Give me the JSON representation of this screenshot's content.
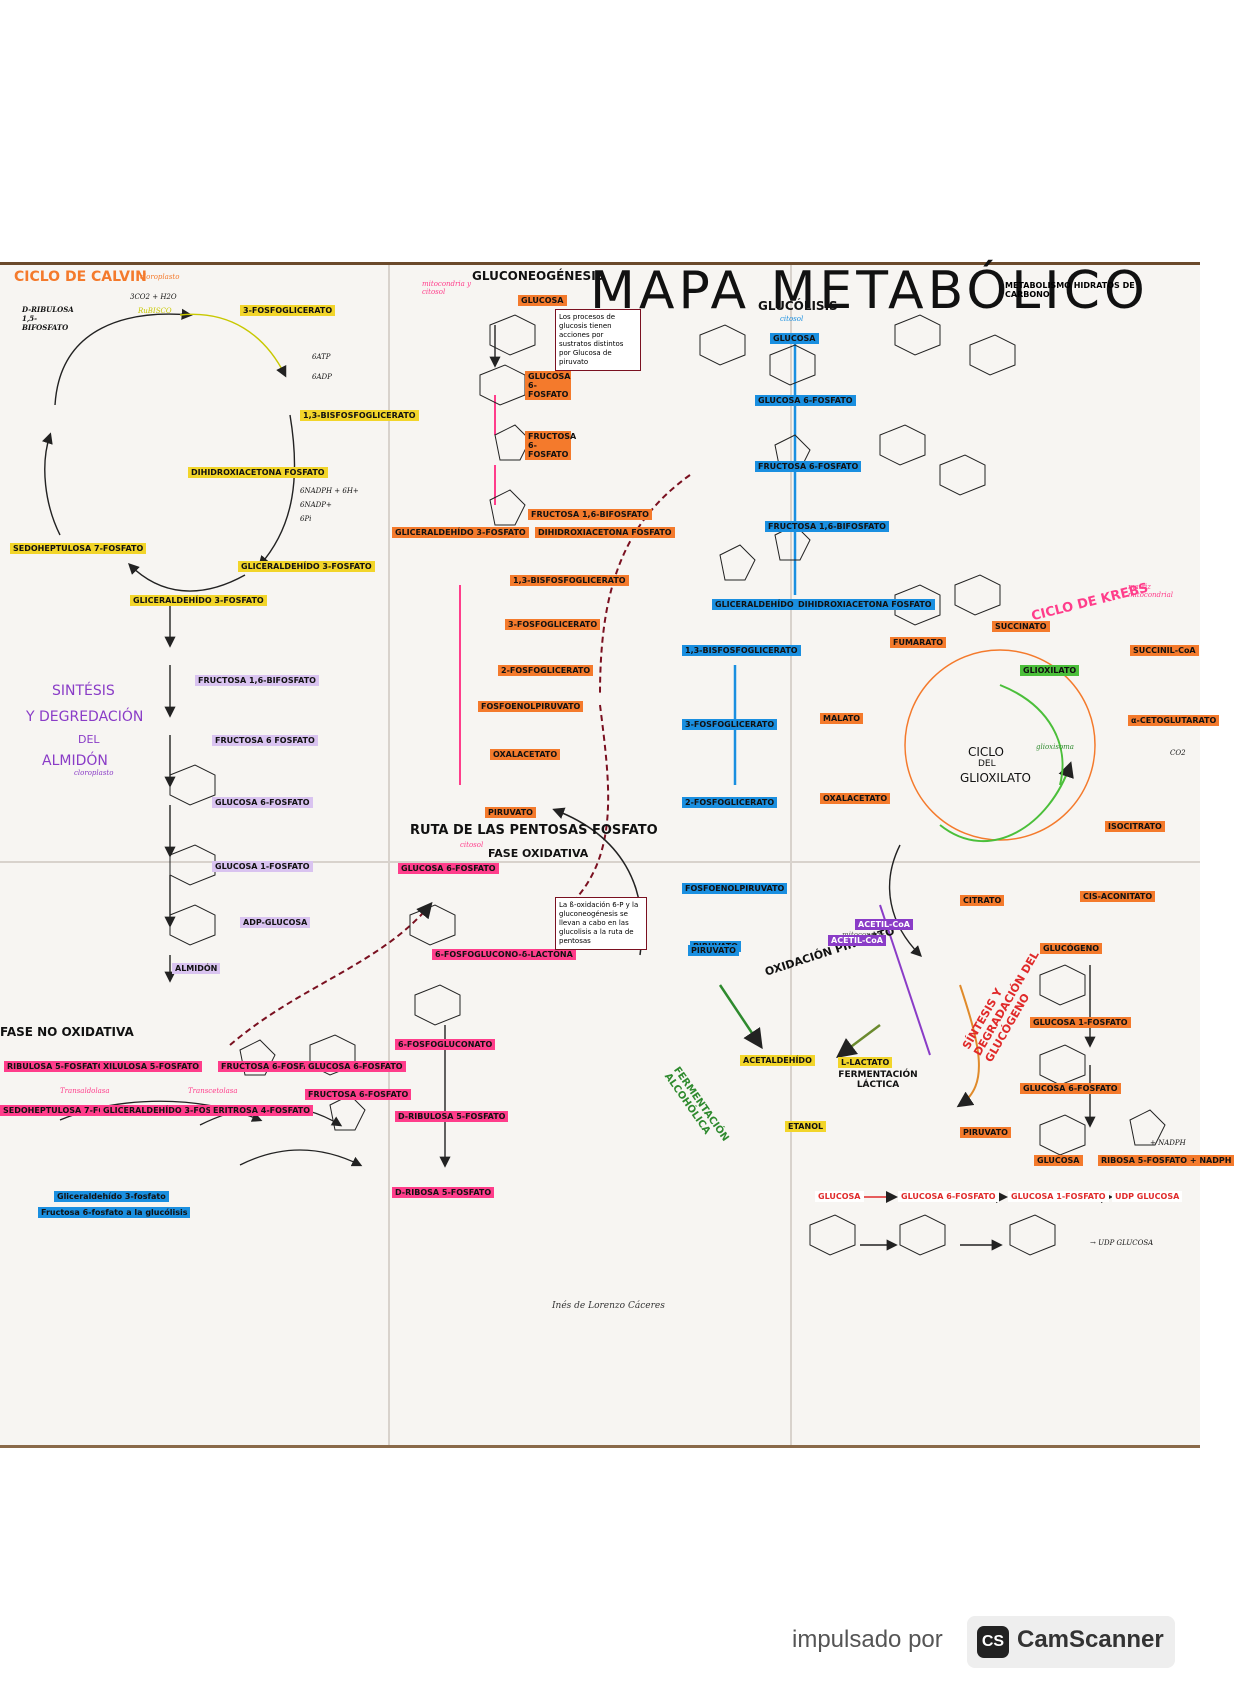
{
  "titles": {
    "main": "MAPA METABÓLICO",
    "subtitle": "METABOLISMO HIDRATOS DE CARBONO",
    "calvin": "CICLO DE CALVIN",
    "calvin_note": "cloroplasto",
    "gluconeogenesis": "GLUCONEOGÉNESIS",
    "gluconeo_note": "mitocondria y citosol",
    "glucolisis": "GLUCÓLISIS",
    "glucolisis_note": "citosol",
    "krebs": "CICLO DE KREBS",
    "krebs_note": "matriz mitocondrial",
    "almidon_1": "SINTÉSIS",
    "almidon_2": "Y DEGREDACIÓN",
    "almidon_3": "DEL",
    "almidon_4": "ALMIDÓN",
    "almidon_note": "cloroplasto",
    "pentosas": "RUTA DE LAS PENTOSAS FOSFATO",
    "pentosas_note": "citosol",
    "fase_oxidativa": "FASE OXIDATIVA",
    "fase_no_oxidativa": "FASE NO OXIDATIVA",
    "glioxilato_1": "CICLO",
    "glioxilato_2": "DEL",
    "glioxilato_3": "GLIOXILATO",
    "glioxilato_note": "glioxisoma",
    "oxidacion_piruvato": "OXIDACIÓN PIRUVATO",
    "oxidacion_note": "mitocondria",
    "ferm_alcoholica": "FERMENTACIÓN ALCOHÓLICA",
    "ferm_lactica": "FERMENTACIÓN LÁCTICA",
    "glucogeno": "SÍNTESIS Y DEGRADACIÓN DEL GLUCÓGENO"
  },
  "calvin_labels": {
    "ribulosa": "D-RIBULOSA 1,5-BIFOSFATO",
    "rubisco": "RuBISCO",
    "co2": "3CO2 + H2O",
    "fosfoglicerato": "3-FOSFOGLICERATO",
    "bisfosfoglicerato": "1,3-BISFOSFOGLICERATO",
    "dihidroxiacetona": "DIHIDROXIACETONA FOSFATO",
    "sedoheptulosa": "SEDOHEPTULOSA 7-FOSFATO",
    "gliceraldehido": "GLICERALDEHÍDO 3-FOSFATO",
    "atp": "6ATP",
    "adp": "6ADP",
    "nadph": "6NADPH + 6H+",
    "nadp": "6NADP+",
    "pi": "6Pi"
  },
  "almidon_labels": {
    "gliceraldehido": "GLICERALDEHÍDO 3-FOSFATO",
    "fructosa16": "FRUCTOSA 1,6-BIFOSFATO",
    "fructosa6": "FRUCTOSA 6 FOSFATO",
    "glucosa6": "GLUCOSA 6-FOSFATO",
    "glucosa1": "GLUCOSA 1-FOSFATO",
    "adp_glucosa": "ADP-GLUCOSA",
    "almidon": "ALMIDÓN"
  },
  "gluconeo_labels": {
    "glucosa": "GLUCOSA",
    "glucosa6": "GLUCOSA 6-FOSFATO",
    "fructosa6": "FRUCTOSA 6-FOSFATO",
    "fructosa16": "FRUCTOSA 1,6-BIFOSFATO",
    "gliceraldehido": "GLICERALDEHÍDO 3-FOSFATO",
    "dihidroxiacetona": "DIHIDROXIACETONA FOSFATO",
    "bisfosfoglicerato": "1,3-BISFOSFOGLICERATO",
    "fosfoglicerato3": "3-FOSFOGLICERATO",
    "fosfoglicerato2": "2-FOSFOGLICERATO",
    "pep": "FOSFOENOLPIRUVATO",
    "oxalacetato": "OXALACETATO",
    "piruvato": "PIRUVATO",
    "note": "Los procesos de glucosis tienen acciones por sustratos distintos por Glucosa de piruvato"
  },
  "glucolisis_labels": {
    "glucosa": "GLUCOSA",
    "glucosa6": "GLUCOSA 6-FOSFATO",
    "fructosa6": "FRUCTOSA 6-FOSFATO",
    "fructosa16": "FRUCTOSA 1,6-BIFOSFATO",
    "gliceraldehido": "GLICERALDEHÍDO 3-FOSFATO",
    "dihidroxiacetona": "DIHIDROXIACETONA FOSFATO",
    "bisfosfoglicerato": "1,3-BISFOSFOGLICERATO",
    "fosfoglicerato3": "3-FOSFOGLICERATO",
    "fosfoglicerato2": "2-FOSFOGLICERATO",
    "pep": "FOSFOENOLPIRUVATO",
    "piruvato": "PIRUVATO"
  },
  "krebs_labels": {
    "succinato": "SUCCINATO",
    "succinil": "SUCCINIL-CoA",
    "fumarato": "FUMARATO",
    "malato": "MALATO",
    "oxalacetato": "OXALACETATO",
    "citrato": "CITRATO",
    "isocitrato": "ISOCITRATO",
    "cis_aconitato": "CIS-ACONITATO",
    "cetoglutarato": "α-CETOGLUTARATO",
    "glioxilato": "GLIOXILATO",
    "acetil": "ACETIL-CoA",
    "co2": "CO2"
  },
  "pentosas_labels": {
    "glucosa6": "GLUCOSA 6-FOSFATO",
    "lactona": "6-FOSFOGLUCONO-δ-LACTONA",
    "gluconato": "6-FOSFOGLUCONATO",
    "ribulosa": "D-RIBULOSA 5-FOSFATO",
    "ribosa": "D-RIBOSA 5-FOSFATO",
    "note": "La ß-oxidación 6-P y la gluconeogénesis se llevan a cabo en las glucolisis a la ruta de pentosas"
  },
  "no_oxidativa_labels": {
    "ribulosa": "RIBULOSA 5-FOSFATO",
    "xilulosa": "XILULOSA 5-FOSFATO",
    "sedoheptulosa": "SEDOHEPTULOSA 7-FOSFATO",
    "gliceraldehido": "GLICERALDEHÍDO 3-FOSFATO",
    "eritrosa": "ERITROSA 4-FOSFATO",
    "fructosa6": "FRUCTOSA 6-FOSFATO",
    "glucosa6": "GLUCOSA 6-FOSFATO",
    "transaldolasa": "Transaldolasa",
    "transcetolasa": "Transcetolasa",
    "nota_1": "Gliceraldehído 3-fosfato",
    "nota_2": "Fructosa 6-fosfato a la glucólisis"
  },
  "fermentacion_labels": {
    "acetaldehido": "ACETALDEHÍDO",
    "etanol": "ETANOL",
    "lactato": "L-LACTATO",
    "piruvato": "PIRUVATO",
    "acetil_coa": "ACETIL-CoA"
  },
  "glucogeno_labels": {
    "glucogeno": "GLUCÓGENO",
    "glucosa1": "GLUCOSA 1-FOSFATO",
    "glucosa6": "GLUCOSA 6-FOSFATO",
    "glucosa": "GLUCOSA",
    "ribosa": "RIBOSA 5-FOSFATO + NADPH",
    "piruvato": "PIRUVATO",
    "nadph": "+ NADPH"
  },
  "bottom_row": {
    "glucosa": "GLUCOSA",
    "glucosa6": "GLUCOSA 6-FOSFATO",
    "glucosa1": "GLUCOSA 1-FOSFATO",
    "udp": "UDP GLUCOSA",
    "udp2": "→ UDP GLUCOSA"
  },
  "signature": "Inés de Lorenzo Cáceres",
  "footer": {
    "impulsado": "impulsado por",
    "brand": "CamScanner",
    "icon": "CS"
  },
  "colors": {
    "orange": "#f47a2c",
    "pink": "#ff3d8b",
    "blue": "#1a8fe0",
    "green": "#4bbf3a",
    "yellow": "#f2d52a",
    "purple": "#8a3cc7",
    "red": "#e02a2a",
    "brown_table": "#6b4a2b"
  }
}
